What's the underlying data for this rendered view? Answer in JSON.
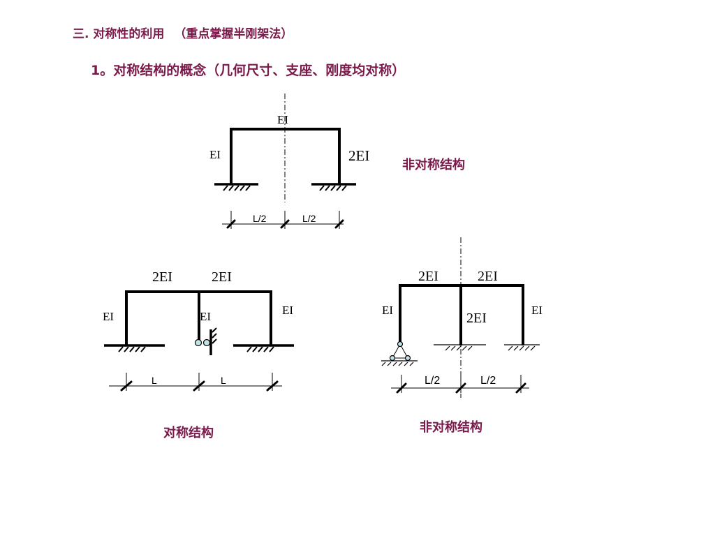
{
  "heading": {
    "title": "三. 对称性的利用",
    "note": "（重点掌握半刚架法）",
    "subtitle_num": "1。",
    "subtitle": "对称结构的概念（几何尺寸、支座、刚度均对称）"
  },
  "diagram1": {
    "beam_label": "EI",
    "left_col_label": "EI",
    "right_col_label": "2EI",
    "span_left": "L/2",
    "span_right": "L/2",
    "caption": "非对称结构"
  },
  "diagram2": {
    "beam_left_label": "2EI",
    "beam_right_label": "2EI",
    "left_col_label": "EI",
    "mid_col_label": "EI",
    "right_col_label": "EI",
    "span_left": "L",
    "span_right": "L",
    "caption": "对称结构"
  },
  "diagram3": {
    "beam_left_label": "2EI",
    "beam_right_label": "2EI",
    "left_col_label": "EI",
    "mid_col_label": "2EI",
    "right_col_label": "EI",
    "span_left": "L/2",
    "span_right": "L/2",
    "caption": "非对称结构"
  },
  "colors": {
    "heading": "#7a1a4a",
    "pin_fill": "#bfe3e6",
    "lines": "#000000"
  }
}
